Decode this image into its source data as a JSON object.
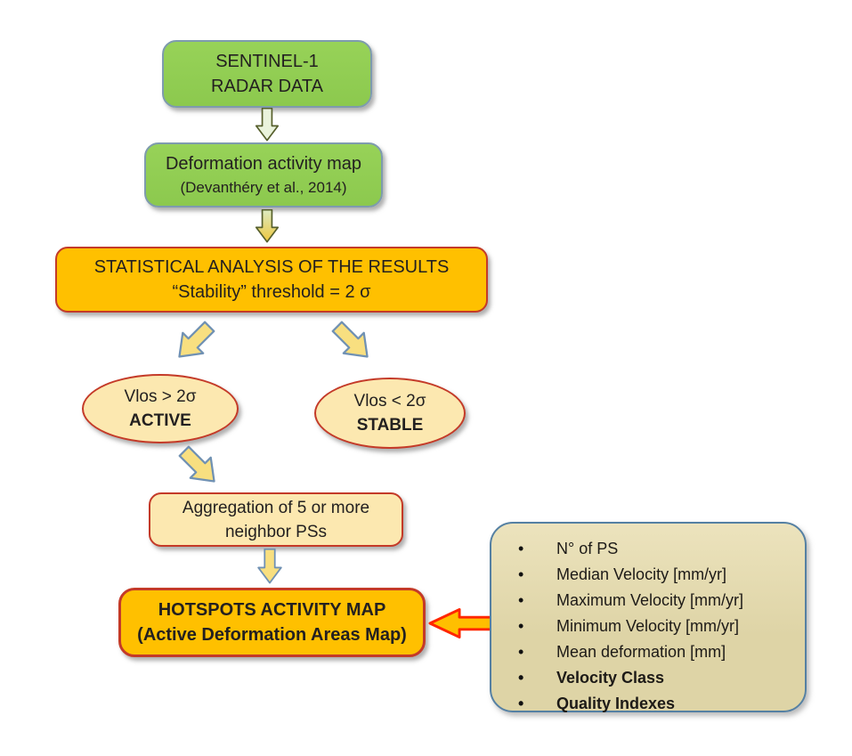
{
  "boxes": {
    "sentinel": {
      "line1": "SENTINEL-1",
      "line2": "RADAR DATA"
    },
    "deformation": {
      "line1": "Deformation activity map",
      "line2": "(Devanthéry et al., 2014)"
    },
    "statistical": {
      "line1": "STATISTICAL ANALYSIS OF THE RESULTS",
      "line2": "“Stability” threshold = 2 σ"
    },
    "active": {
      "line1": "Vlos > 2σ",
      "line2": "ACTIVE"
    },
    "stable": {
      "line1": "Vlos < 2σ",
      "line2": "STABLE"
    },
    "aggregation": {
      "line1": "Aggregation of 5 or more",
      "line2": "neighbor PSs"
    },
    "hotspots": {
      "line1": "HOTSPOTS ACTIVITY MAP",
      "line2": "(Active Deformation Areas Map)"
    }
  },
  "panel": {
    "items": [
      {
        "label": "N° of PS",
        "bold": false
      },
      {
        "label": "Median Velocity [mm/yr]",
        "bold": false
      },
      {
        "label": "Maximum Velocity [mm/yr]",
        "bold": false
      },
      {
        "label": "Minimum Velocity [mm/yr]",
        "bold": false
      },
      {
        "label": "Mean deformation [mm]",
        "bold": false
      },
      {
        "label": "Velocity Class",
        "bold": true
      },
      {
        "label": "Quality Indexes",
        "bold": true
      }
    ]
  },
  "icons": {
    "flow_arrow": "block-arrow-down",
    "branch_arrow": "block-arrow-diagonal",
    "panel_arrow": "block-arrow-left"
  },
  "colors": {
    "green_box": "#8cc94e",
    "green_box_light": "#97d258",
    "green_border": "#7e9bae",
    "orange_box": "#ffc000",
    "red_border": "#c43a28",
    "cream_fill": "#fce8b0",
    "panel_fill": "#ded4a6",
    "panel_border": "#5580a3",
    "yellow_arrow": "#f8df80",
    "arrow_blue_outline": "#7091b3",
    "pale_green_arrow": "#eaf3dc",
    "olive_outline": "#565f2c",
    "red_arrow_fill": "#ffbf00",
    "red_arrow_outline": "#ff2600"
  }
}
